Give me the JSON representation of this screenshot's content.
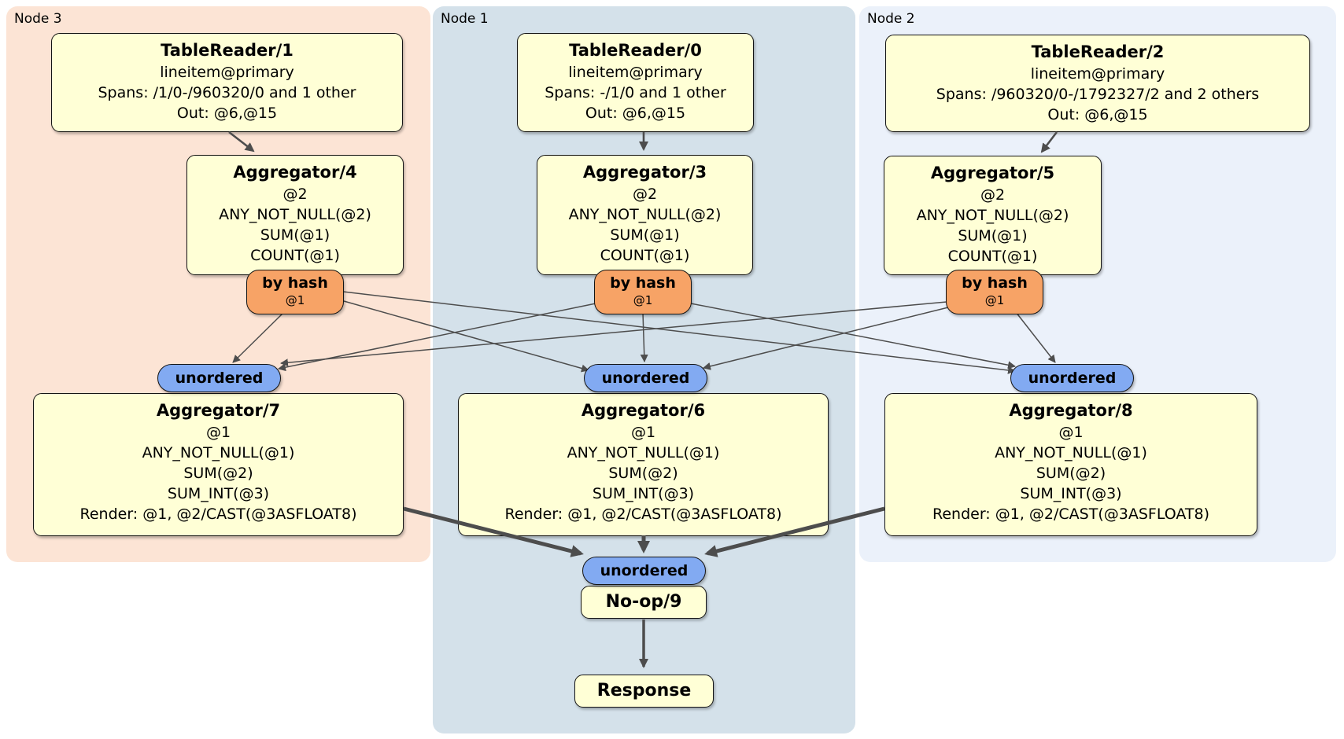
{
  "regions": {
    "node3": {
      "label": "Node 3"
    },
    "node1": {
      "label": "Node 1"
    },
    "node2": {
      "label": "Node 2"
    }
  },
  "operators": {
    "tr1": {
      "title": "TableReader/1",
      "lines": [
        "lineitem@primary",
        "Spans: /1/0-/960320/0 and 1 other",
        "Out: @6,@15"
      ]
    },
    "tr0": {
      "title": "TableReader/0",
      "lines": [
        "lineitem@primary",
        "Spans: -/1/0 and 1 other",
        "Out: @6,@15"
      ]
    },
    "tr2": {
      "title": "TableReader/2",
      "lines": [
        "lineitem@primary",
        "Spans: /960320/0-/1792327/2 and 2 others",
        "Out: @6,@15"
      ]
    },
    "agg4": {
      "title": "Aggregator/4",
      "lines": [
        "@2",
        "ANY_NOT_NULL(@2)",
        "SUM(@1)",
        "COUNT(@1)"
      ]
    },
    "agg3": {
      "title": "Aggregator/3",
      "lines": [
        "@2",
        "ANY_NOT_NULL(@2)",
        "SUM(@1)",
        "COUNT(@1)"
      ]
    },
    "agg5": {
      "title": "Aggregator/5",
      "lines": [
        "@2",
        "ANY_NOT_NULL(@2)",
        "SUM(@1)",
        "COUNT(@1)"
      ]
    },
    "agg7": {
      "title": "Aggregator/7",
      "lines": [
        "@1",
        "ANY_NOT_NULL(@1)",
        "SUM(@2)",
        "SUM_INT(@3)",
        "Render: @1, @2/CAST(@3ASFLOAT8)"
      ]
    },
    "agg6": {
      "title": "Aggregator/6",
      "lines": [
        "@1",
        "ANY_NOT_NULL(@1)",
        "SUM(@2)",
        "SUM_INT(@3)",
        "Render: @1, @2/CAST(@3ASFLOAT8)"
      ]
    },
    "agg8": {
      "title": "Aggregator/8",
      "lines": [
        "@1",
        "ANY_NOT_NULL(@1)",
        "SUM(@2)",
        "SUM_INT(@3)",
        "Render: @1, @2/CAST(@3ASFLOAT8)"
      ]
    },
    "noop9": {
      "title": "No-op/9"
    },
    "response": {
      "title": "Response"
    }
  },
  "routers": {
    "by_hash": {
      "label": "by hash",
      "detail": "@1"
    }
  },
  "streams": {
    "unordered": {
      "label": "unordered"
    }
  },
  "colors": {
    "region-node3": "#fce4d5",
    "region-node1": "#d4e1ea",
    "region-node2": "#ebf1fa",
    "operator-fill": "#ffffd6",
    "operator-border": "#141414",
    "router-fill": "#f7a366",
    "stream-fill": "#82aaf2",
    "edge": "#4d4d4d",
    "text": "#000000"
  }
}
